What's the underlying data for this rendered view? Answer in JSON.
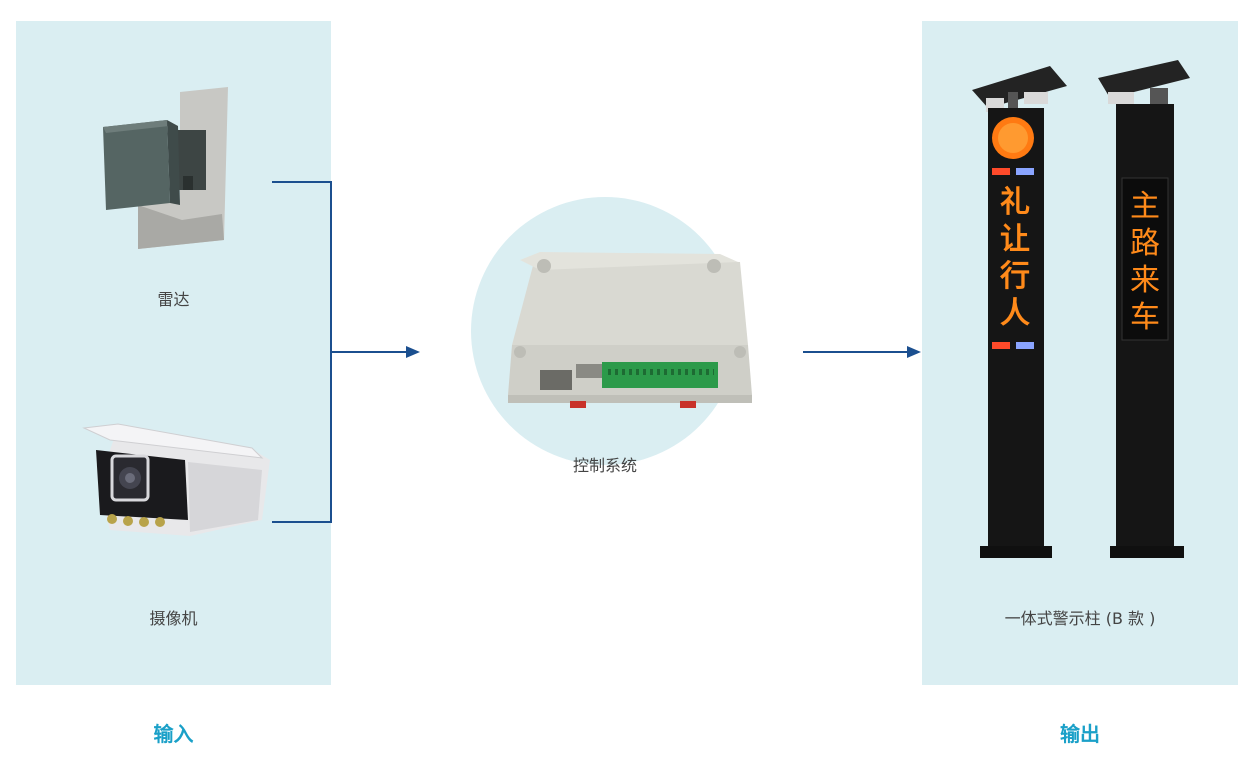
{
  "input": {
    "section_label": "输入",
    "items": [
      {
        "label": "雷达",
        "icon": "radar-icon"
      },
      {
        "label": "摄像机",
        "icon": "camera-icon"
      }
    ]
  },
  "control": {
    "label": "控制系统",
    "icon": "controller-icon"
  },
  "output": {
    "section_label": "输出",
    "device_label": "一体式警示柱 (B 款 )",
    "pole_left_text": [
      "礼",
      "让",
      "行",
      "人"
    ],
    "pole_right_text": [
      "主",
      "路",
      "来",
      "车"
    ]
  },
  "colors": {
    "panel": "#daeef2",
    "arrow": "#1b4f8f",
    "section_label": "#1aa0c8",
    "led_amber": "#ff8a1a"
  }
}
